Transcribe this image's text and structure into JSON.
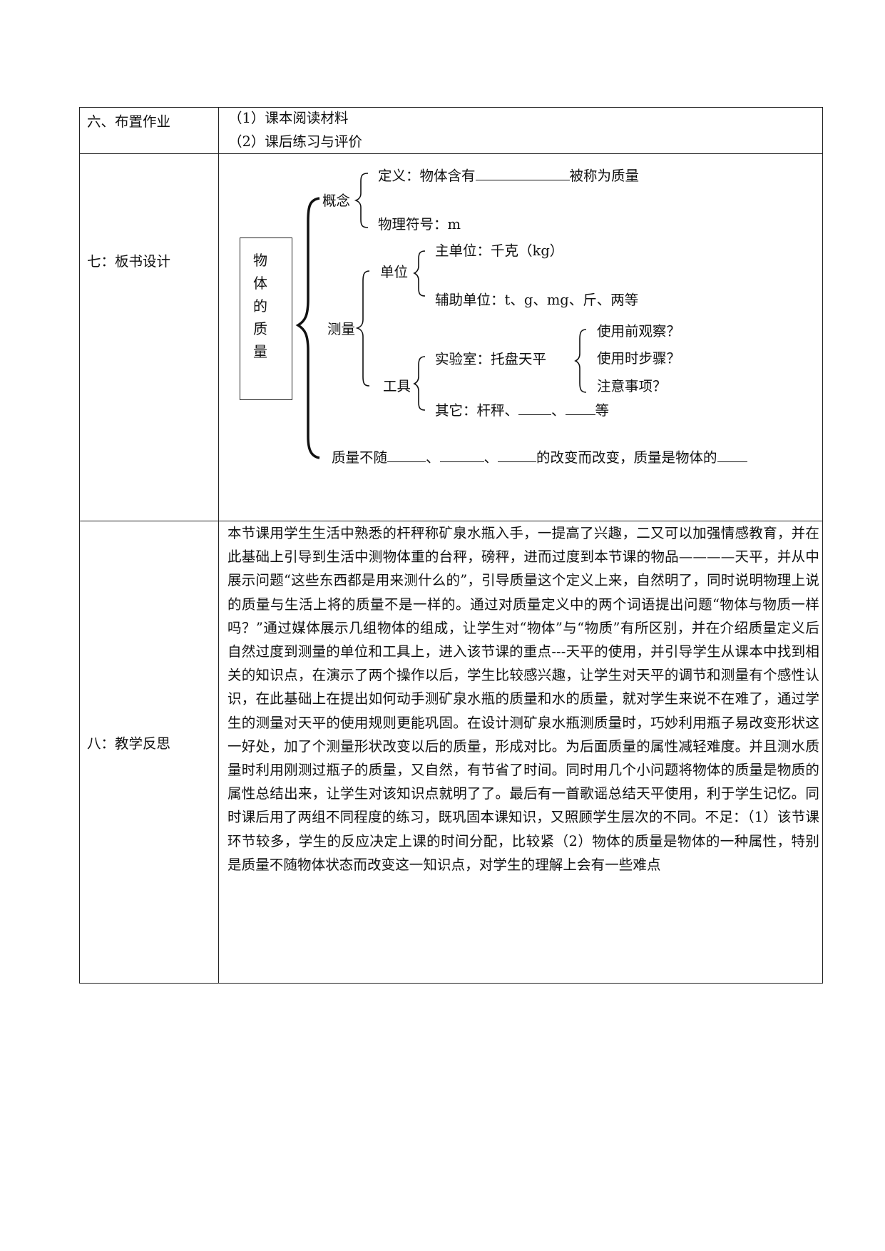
{
  "sections": [
    {
      "heading": "六、布置作业",
      "items": [
        "（1）课本阅读材料",
        "（2）课后练习与评价"
      ]
    },
    {
      "heading": "七：板书设计",
      "board": {
        "title_chars": [
          "物",
          "体",
          "的",
          "质",
          "量"
        ],
        "concept": {
          "label": "概念",
          "definition_pre": "定义：物体含有",
          "definition_post": "被称为质量",
          "symbol": "物理符号：m"
        },
        "measure": {
          "label": "测量",
          "unit_label": "单位",
          "main_unit": "主单位：千克（kg）",
          "aux_unit": "辅助单位：t、g、mg、斤、两等",
          "tool_label": "工具",
          "lab_tool": "实验室：托盘天平",
          "lab_steps": [
            "使用前观察？",
            "使用时步骤？",
            "注意事项？"
          ],
          "other_pre": "其它：杆秤、",
          "other_sep": "、",
          "other_post": "等"
        },
        "property": {
          "pre": "质量不随",
          "sep1": "、",
          "sep2": "、",
          "mid": "的改变而改变，质量是物体的"
        }
      }
    },
    {
      "heading": "八：教学反思",
      "reflection": "本节课用学生生活中熟悉的杆秤称矿泉水瓶入手，一提高了兴趣，二又可以加强情感教育，并在此基础上引导到生活中测物体重的台秤，磅秤，进而过度到本节课的物品————天平，并从中展示问题“这些东西都是用来测什么的”，引导质量这个定义上来，自然明了，同时说明物理上说的质量与生活上将的质量不是一样的。通过对质量定义中的两个词语提出问题“物体与物质一样吗？”通过媒体展示几组物体的组成，让学生对“物体”与“物质”有所区别，并在介绍质量定义后自然过度到测量的单位和工具上，进入该节课的重点---天平的使用，并引导学生从课本中找到相关的知识点，在演示了两个操作以后，学生比较感兴趣，让学生对天平的调节和测量有个感性认识，在此基础上在提出如何动手测矿泉水瓶的质量和水的质量，就对学生来说不在难了，通过学生的测量对天平的使用规则更能巩固。在设计测矿泉水瓶测质量时，巧妙利用瓶子易改变形状这一好处，加了个测量形状改变以后的质量，形成对比。为后面质量的属性减轻难度。并且测水质量时利用刚测过瓶子的质量，又自然，有节省了时间。同时用几个小问题将物体的质量是物质的属性总结出来，让学生对该知识点就明了了。最后有一首歌谣总结天平使用，利于学生记忆。同时课后用了两组不同程度的练习，既巩固本课知识，又照顾学生层次的不同。不足：（1）该节课环节较多，学生的反应决定上课的时间分配，比较紧（2）物体的质量是物体的一种属性，特别是质量不随物体状态而改变这一知识点，对学生的理解上会有一些难点"
    }
  ]
}
